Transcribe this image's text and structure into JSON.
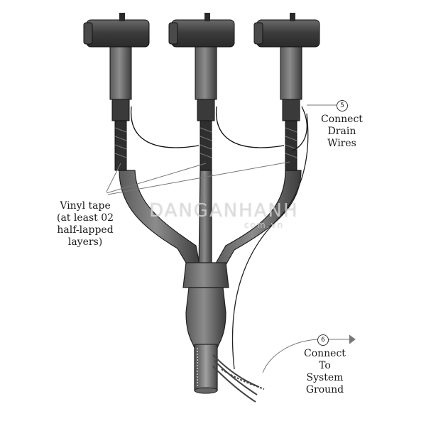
{
  "labels": {
    "vinyl_tape": [
      "Vinyl tape",
      "(at least 02",
      "half-lapped",
      "layers)"
    ],
    "connect_drain": [
      "Connect",
      "Drain",
      "Wires"
    ],
    "connect_ground": [
      "Connect",
      "To",
      "System",
      "Ground"
    ]
  },
  "steps": {
    "drain": "5",
    "ground": "6"
  },
  "watermark": {
    "main": "DANGANHANH",
    "sub": "com.vn"
  },
  "colors": {
    "body": "#3f3f3f",
    "body_light": "#8a8a8a",
    "line": "#222222",
    "tape": "#2a2a2a"
  }
}
